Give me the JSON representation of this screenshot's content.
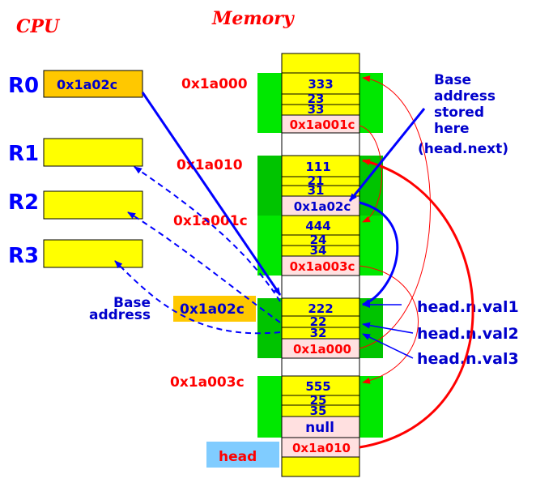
{
  "cpu_title": "CPU",
  "memory_title": "Memory",
  "registers": [
    {
      "name": "R0",
      "value": "0x1a02c"
    },
    {
      "name": "R1",
      "value": ""
    },
    {
      "name": "R2",
      "value": ""
    },
    {
      "name": "R3",
      "value": ""
    }
  ],
  "blocks": [
    {
      "address": "0x1a000",
      "cells": [
        "333",
        "23",
        "33"
      ],
      "link": "0x1a001c"
    },
    {
      "address": "0x1a010",
      "cells": [
        "111",
        "21",
        "31"
      ],
      "link": "0x1a02c"
    },
    {
      "address": "0x1a001c",
      "cells": [
        "444",
        "24",
        "34"
      ],
      "link": "0x1a003c"
    },
    {
      "address": "0x1a02c",
      "cells": [
        "222",
        "22",
        "32"
      ],
      "link": "0x1a000"
    },
    {
      "address": "0x1a003c",
      "cells": [
        "555",
        "25",
        "35"
      ],
      "link": "null"
    }
  ],
  "head_label": "head",
  "head_value": "0x1a010",
  "base_address_note": [
    "Base",
    "address"
  ],
  "stored_note": [
    "Base",
    "address",
    "stored",
    "here",
    "(head.next)"
  ],
  "field_labels": [
    "head.n.val1",
    "head.n.val2",
    "head.n.val3"
  ],
  "colors": {
    "cell_yellow": "#ffff00",
    "link_pink": "#ffe0e0",
    "block_green": "#00e800",
    "block_green_dark": "#00c400",
    "reg_value_orange": "#ffc800",
    "head_blue": "#80ccff",
    "address_red": "#ff0000",
    "label_blue": "#0000ff"
  }
}
